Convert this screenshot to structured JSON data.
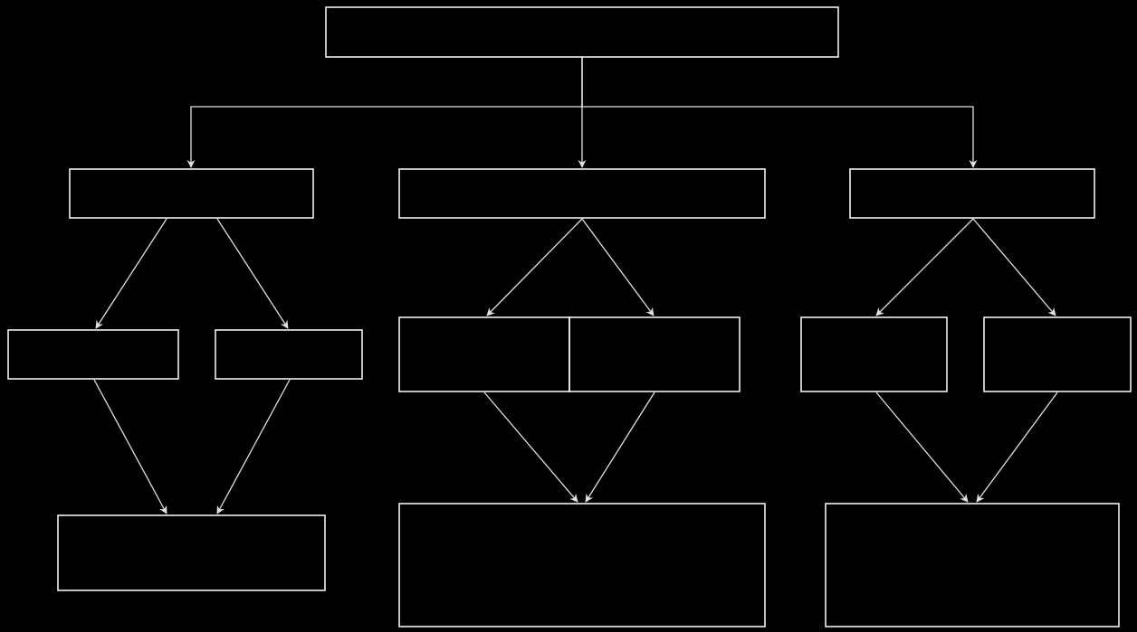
{
  "diagram": {
    "type": "flowchart",
    "background": "#000000",
    "stroke_color": "#ffffff",
    "edge_color": "#e0e0e0",
    "nodes": [
      {
        "id": "root",
        "label": ""
      },
      {
        "id": "branch-left",
        "label": ""
      },
      {
        "id": "branch-center",
        "label": ""
      },
      {
        "id": "branch-right",
        "label": ""
      },
      {
        "id": "left-child-a",
        "label": ""
      },
      {
        "id": "left-child-b",
        "label": ""
      },
      {
        "id": "center-child-a",
        "label": ""
      },
      {
        "id": "center-child-b",
        "label": ""
      },
      {
        "id": "right-child-a",
        "label": ""
      },
      {
        "id": "right-child-b",
        "label": ""
      },
      {
        "id": "left-result",
        "label": ""
      },
      {
        "id": "center-result",
        "label": ""
      },
      {
        "id": "right-result",
        "label": ""
      }
    ],
    "edges": [
      {
        "from": "root",
        "to": "branch-left"
      },
      {
        "from": "root",
        "to": "branch-center"
      },
      {
        "from": "root",
        "to": "branch-right"
      },
      {
        "from": "branch-left",
        "to": "left-child-a"
      },
      {
        "from": "branch-left",
        "to": "left-child-b"
      },
      {
        "from": "branch-center",
        "to": "center-child-a"
      },
      {
        "from": "branch-center",
        "to": "center-child-b"
      },
      {
        "from": "branch-right",
        "to": "right-child-a"
      },
      {
        "from": "branch-right",
        "to": "right-child-b"
      },
      {
        "from": "left-child-a",
        "to": "left-result"
      },
      {
        "from": "left-child-b",
        "to": "left-result"
      },
      {
        "from": "center-child-a",
        "to": "center-result"
      },
      {
        "from": "center-child-b",
        "to": "center-result"
      },
      {
        "from": "right-child-a",
        "to": "right-result"
      },
      {
        "from": "right-child-b",
        "to": "right-result"
      }
    ]
  }
}
